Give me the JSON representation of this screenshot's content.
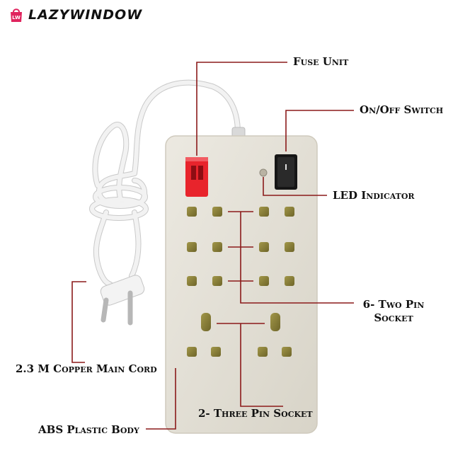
{
  "brand": {
    "name": "LAZYWINDOW",
    "logo_icon": "shopping-bag-logo-icon",
    "logo_text": "LW"
  },
  "labels": {
    "fuse_unit": "Fuse Unit",
    "on_off_switch": "On/Off Switch",
    "led_indicator": "LED Indicator",
    "two_pin_socket_line1": "6- Two Pin",
    "two_pin_socket_line2": "Socket",
    "main_cord": "2.3 M Copper Main Cord",
    "three_pin_socket": "2- Three Pin Socket",
    "body": "ABS Plastic Body"
  },
  "colors": {
    "leader_line": "#8b1a1a",
    "body": "#e6e2d8",
    "fuse": "#e8242c",
    "switch": "#161616",
    "socket_insert": "#8a7f3a",
    "brand_logo": "#e0245e"
  }
}
